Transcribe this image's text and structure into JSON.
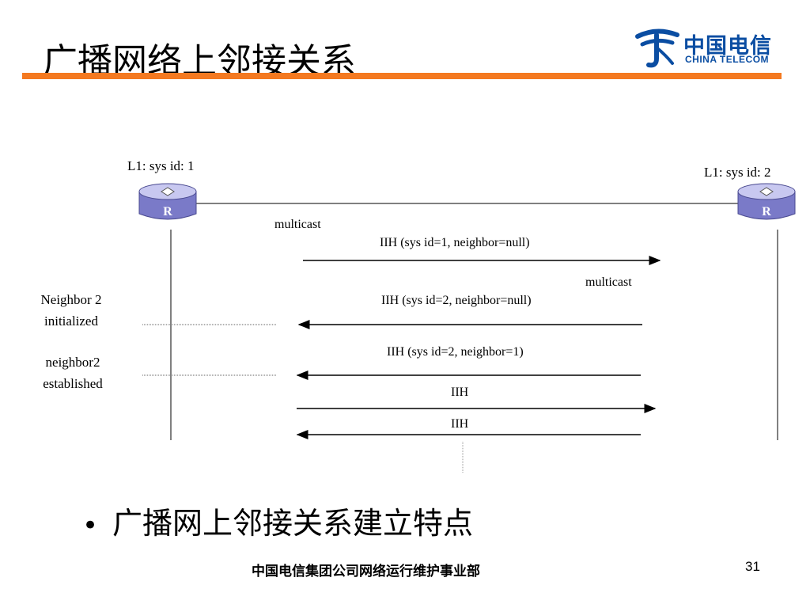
{
  "slide": {
    "title": "广播网络上邻接关系",
    "bullet": "广播网上邻接关系建立特点",
    "footer": "中国电信集团公司网络运行维护事业部",
    "page_number": "31"
  },
  "logo": {
    "name_cn": "中国电信",
    "name_en": "CHINA TELECOM"
  },
  "diagram": {
    "router_left_label": "L1: sys id: 1",
    "router_right_label": "L1: sys id: 2",
    "router_glyph": "R",
    "left_notes": [
      "Neighbor 2",
      "initialized",
      "neighbor2",
      "established"
    ],
    "messages": [
      {
        "label": "multicast",
        "label2": "IIH (sys id=1, neighbor=null)",
        "direction": "right"
      },
      {
        "label": "multicast",
        "label2": "IIH (sys id=2, neighbor=null)",
        "direction": "left"
      },
      {
        "label": "IIH (sys id=2, neighbor=1)",
        "direction": "left"
      },
      {
        "label": "IIH",
        "direction": "right"
      },
      {
        "label": "IIH",
        "direction": "left"
      }
    ]
  },
  "colors": {
    "accent_bar": "#f47920",
    "logo_blue": "#0a4da2",
    "router_top": "#c8c8f0",
    "router_body": "#7a7ac8"
  }
}
